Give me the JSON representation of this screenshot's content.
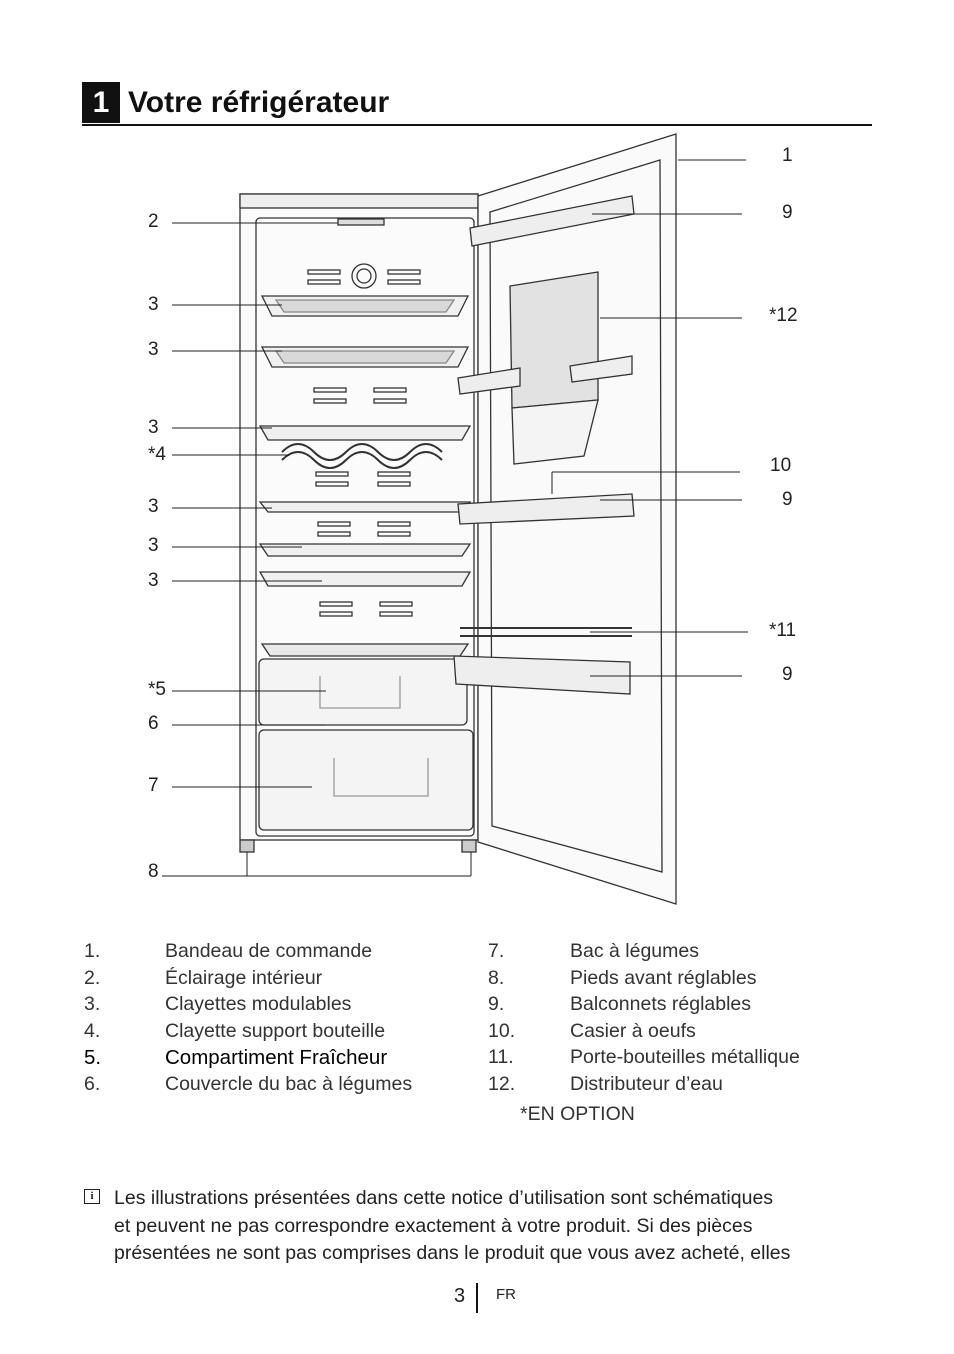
{
  "header": {
    "number": "1",
    "title": "Votre réfrigérateur"
  },
  "callouts": {
    "left": [
      "2",
      "3",
      "3",
      "3",
      "*4",
      "3",
      "3",
      "3",
      "*5",
      "6",
      "7",
      "8"
    ],
    "right": [
      "1",
      "9",
      "*12",
      "10",
      "9",
      "*11",
      "9"
    ]
  },
  "legend": {
    "left": [
      {
        "num": "1.",
        "text": "Bandeau de commande"
      },
      {
        "num": "2.",
        "text": "Éclairage intérieur"
      },
      {
        "num": "3.",
        "text": "Clayettes modulables"
      },
      {
        "num": "4.",
        "text": "Clayette support bouteille"
      },
      {
        "num": "5.",
        "text": "Compartiment Fraîcheur"
      },
      {
        "num": "6.",
        "text": "Couvercle du bac à légumes"
      }
    ],
    "right": [
      {
        "num": "7.",
        "text": "Bac à légumes"
      },
      {
        "num": "8.",
        "text": "Pieds avant réglables"
      },
      {
        "num": "9.",
        "text": "Balconnets réglables"
      },
      {
        "num": "10.",
        "text": "Casier à oeufs"
      },
      {
        "num": "11.",
        "text": "Porte-bouteilles métallique"
      },
      {
        "num": "12.",
        "text": "Distributeur d’eau"
      }
    ],
    "option_note": "*EN OPTION"
  },
  "notice": {
    "icon": "info-icon",
    "lines": [
      "Les illustrations présentées dans cette notice d’utilisation sont schématiques",
      "et peuvent ne pas correspondre exactement à votre produit. Si des pièces",
      "présentées ne sont pas comprises dans le produit que vous avez acheté, elles"
    ]
  },
  "footer": {
    "page": "3",
    "lang": "FR"
  }
}
